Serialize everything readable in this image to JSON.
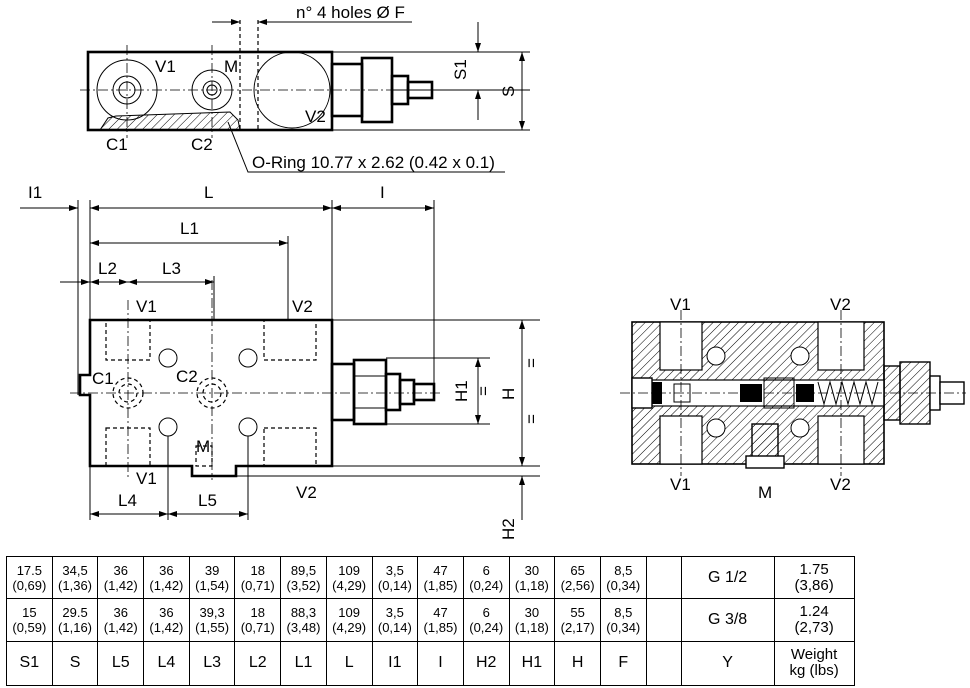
{
  "labels": {
    "holes": "n° 4 holes Ø F",
    "oring": "O-Ring 10.77 x 2.62 (0.42 x 0.1)",
    "v1": "V1",
    "v2": "V2",
    "m": "M",
    "c1": "C1",
    "c2": "C2",
    "s1": "S1",
    "s": "S",
    "i1": "I1",
    "l": "L",
    "i": "I",
    "l1": "L1",
    "l2": "L2",
    "l3": "L3",
    "l4": "L4",
    "l5": "L5",
    "h1": "H1",
    "h": "H",
    "h2": "H2",
    "eq": "="
  },
  "table": {
    "rows": [
      {
        "values": [
          [
            "17.5",
            "(0,69)"
          ],
          [
            "34,5",
            "(1,36)"
          ],
          [
            "36",
            "(1,42)"
          ],
          [
            "36",
            "(1,42)"
          ],
          [
            "39",
            "(1,54)"
          ],
          [
            "18",
            "(0,71)"
          ],
          [
            "89,5",
            "(3,52)"
          ],
          [
            "109",
            "(4,29)"
          ],
          [
            "3,5",
            "(0,14)"
          ],
          [
            "47",
            "(1,85)"
          ],
          [
            "6",
            "(0,24)"
          ],
          [
            "30",
            "(1,18)"
          ],
          [
            "65",
            "(2,56)"
          ],
          [
            "8,5",
            "(0,34)"
          ]
        ],
        "y": "G 1/2",
        "weight": [
          "1.75",
          "(3,86)"
        ]
      },
      {
        "values": [
          [
            "15",
            "(0,59)"
          ],
          [
            "29.5",
            "(1,16)"
          ],
          [
            "36",
            "(1,42)"
          ],
          [
            "36",
            "(1,42)"
          ],
          [
            "39,3",
            "(1,55)"
          ],
          [
            "18",
            "(0,71)"
          ],
          [
            "88,3",
            "(3,48)"
          ],
          [
            "109",
            "(4,29)"
          ],
          [
            "3,5",
            "(0,14)"
          ],
          [
            "47",
            "(1,85)"
          ],
          [
            "6",
            "(0,24)"
          ],
          [
            "30",
            "(1,18)"
          ],
          [
            "55",
            "(2,17)"
          ],
          [
            "8,5",
            "(0,34)"
          ]
        ],
        "y": "G 3/8",
        "weight": [
          "1.24",
          "(2,73)"
        ]
      }
    ],
    "headers": [
      "S1",
      "S",
      "L5",
      "L4",
      "L3",
      "L2",
      "L1",
      "L",
      "I1",
      "I",
      "H2",
      "H1",
      "H",
      "F"
    ],
    "y_header": "Y",
    "weight_header": [
      "Weight",
      "kg (lbs)"
    ]
  }
}
